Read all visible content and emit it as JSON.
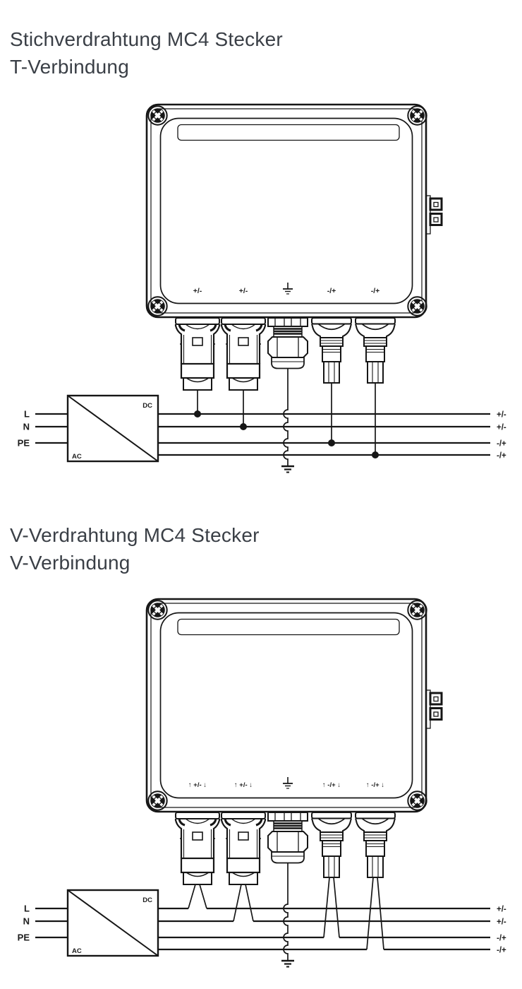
{
  "colors": {
    "background": "#ffffff",
    "line": "#161616",
    "heading": "#3a3f46"
  },
  "sections": [
    {
      "title": "Stichverdrahtung MC4 Stecker",
      "subtitle": "T-Verbindung",
      "terminals": [
        "+/-",
        "+/-",
        "-/+",
        "-/+"
      ],
      "ground_icon": "earth-ground-symbol",
      "supply_labels": [
        "L",
        "N",
        "PE"
      ],
      "converter_labels": {
        "dc": "DC",
        "ac": "AC"
      },
      "output_labels": [
        "+/-",
        "+/-",
        "-/+",
        "-/+"
      ]
    },
    {
      "title": "V-Verdrahtung MC4 Stecker",
      "subtitle": "V-Verbindung",
      "terminals": [
        "↑ +/- ↓",
        "↑ +/- ↓",
        "↑ -/+ ↓",
        "↑ -/+ ↓"
      ],
      "ground_icon": "earth-ground-symbol",
      "supply_labels": [
        "L",
        "N",
        "PE"
      ],
      "converter_labels": {
        "dc": "DC",
        "ac": "AC"
      },
      "output_labels": [
        "+/-",
        "+/-",
        "-/+",
        "-/+"
      ]
    }
  ]
}
